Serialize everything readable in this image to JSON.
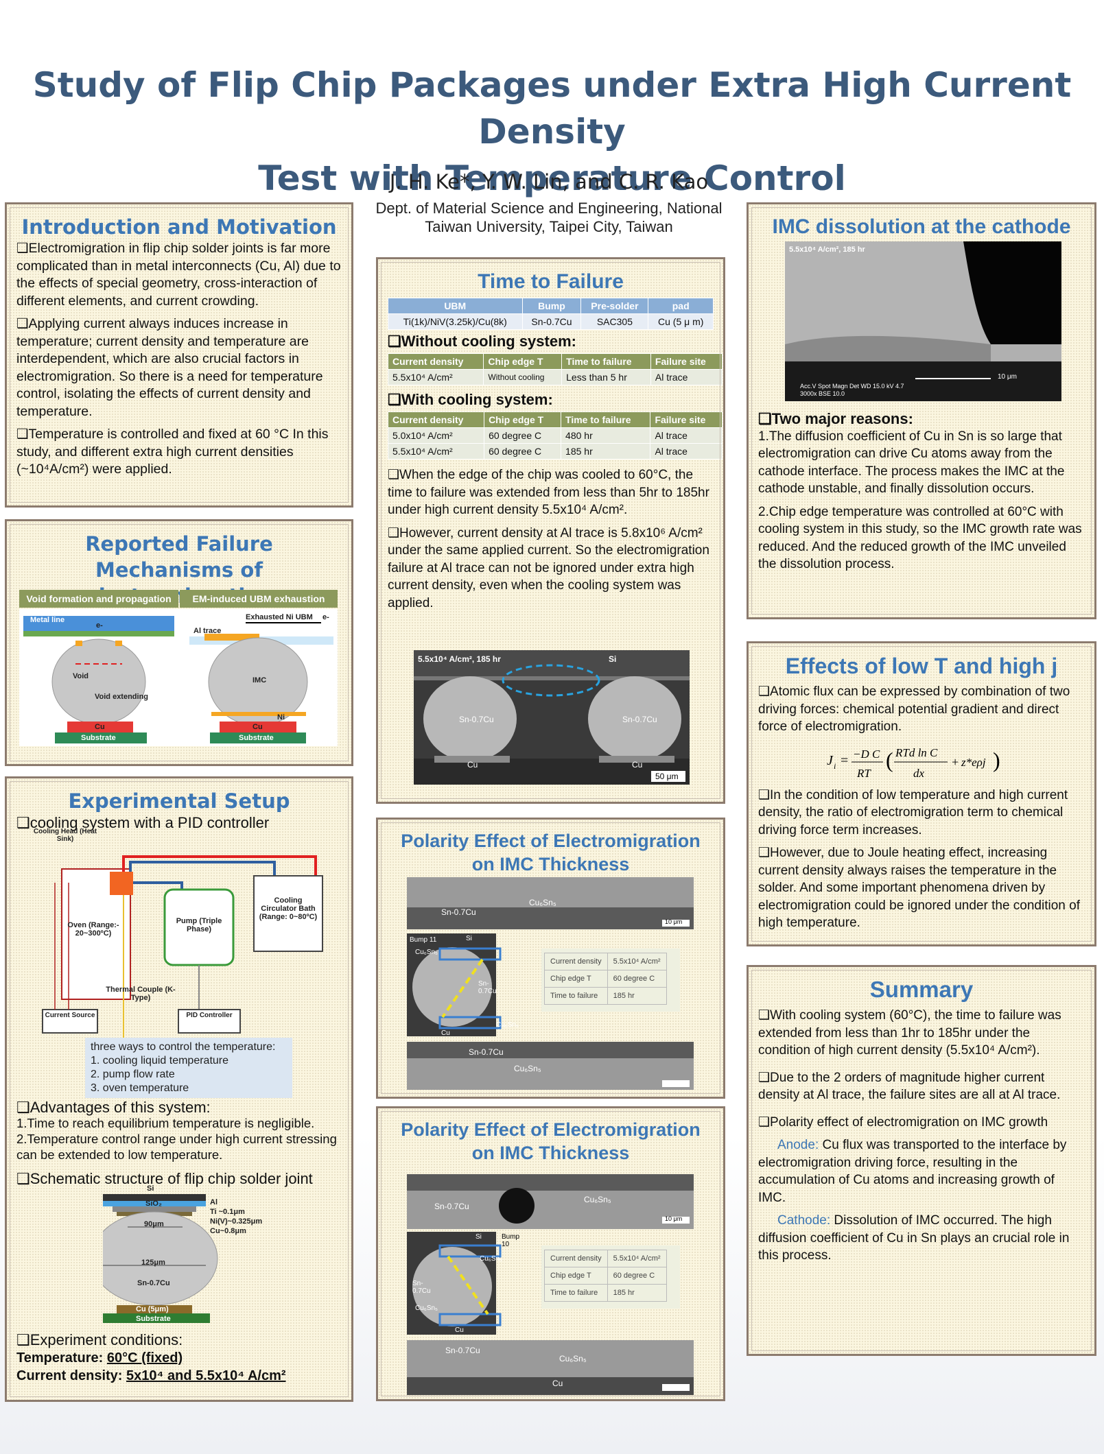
{
  "header": {
    "title_line1": "Study of Flip Chip Packages under Extra High Current Density",
    "title_line2": "Test with Temperature Control",
    "authors": "J. H. Ke*, Y. W. Lin, and C. R. Kao",
    "affiliation_line1": "Dept. of Material Science and Engineering, National",
    "affiliation_line2": "Taiwan University, Taipei City, Taiwan"
  },
  "intro": {
    "heading": "Introduction and Motivation",
    "p1": "❑Electromigration in flip chip solder joints is far more complicated than in metal interconnects (Cu, Al) due to the effects of special geometry, cross-interaction of different elements, and current crowding.",
    "p2": "❑Applying current always induces increase in temperature; current density and temperature are interdependent, which are also crucial factors in electromigration. So there is a need for temperature control, isolating the effects of current density and temperature.",
    "p3": "❑Temperature is controlled and fixed at 60 °C In this study, and different extra high current densities (~10⁴A/cm²) were applied."
  },
  "mechanisms": {
    "heading_line1": "Reported Failure Mechanisms of",
    "heading_line2": "electromigration",
    "col1": "Void formation and propagation",
    "col2": "EM-induced UBM exhaustion",
    "labels": {
      "metal_line": "Metal line",
      "electron": "e-",
      "void": "Void",
      "void_ext": "Void extending",
      "cu": "Cu",
      "substrate": "Substrate",
      "al_trace": "Al trace",
      "exhausted": "Exhausted Ni UBM",
      "imc": "IMC",
      "ni": "Ni"
    }
  },
  "setup": {
    "heading": "Experimental Setup",
    "sub1": "❑cooling system with a PID controller",
    "labels": {
      "cooling_head": "Cooling Head (Heat Sink)",
      "oven": "Oven (Range:- 20~300ºC)",
      "pump": "Pump (Triple Phase)",
      "bath": "Cooling Circulator Bath (Range: 0~80ºC)",
      "thermal": "Thermal Couple (K-Type)",
      "current_source": "Current Source",
      "pid": "PID Controller"
    },
    "note_title": "three ways to control the temperature:",
    "note_items": [
      "1. cooling liquid temperature",
      "2. pump flow rate",
      "3. oven temperature"
    ],
    "adv_title": "❑Advantages of this system:",
    "adv1": "1.Time to reach equilibrium temperature is negligible.",
    "adv2": "2.Temperature control range under high current stressing can be extended to low temperature.",
    "schem_title": "❑Schematic structure of flip chip solder joint",
    "schem_labels": {
      "si": "Si",
      "sio2": "SiO₂",
      "al": "Al",
      "ti": "Ti ~0.1μm",
      "niv": "Ni(V)~0.325μm",
      "cu": "Cu~0.8μm",
      "w90": "90μm",
      "w125": "125μm",
      "sn": "Sn-0.7Cu",
      "cupad": "Cu (5μm)",
      "substrate": "Substrate"
    },
    "cond_title": "❑Experiment conditions:",
    "temp_label": "Temperature: ",
    "temp_value": "60°C (fixed)",
    "cd_label": "Current density: ",
    "cd_value": "5x10⁴ and 5.5x10⁴ A/cm²"
  },
  "ttf": {
    "heading": "Time to Failure",
    "ubm_headers": [
      "UBM",
      "Bump",
      "Pre-solder",
      "pad"
    ],
    "ubm_row": [
      "Ti(1k)/NiV(3.25k)/Cu(8k)",
      "Sn-0.7Cu",
      "SAC305",
      "Cu (5 μ m)"
    ],
    "without_title": "❑Without cooling system:",
    "with_title": "❑With cooling system:",
    "fail_headers": [
      "Current density",
      "Chip edge  T",
      "Time to failure",
      "Failure site"
    ],
    "without_rows": [
      [
        "5.5x10⁴ A/cm²",
        "Without cooling",
        "Less than 5 hr",
        "Al trace"
      ]
    ],
    "with_rows": [
      [
        "5.0x10⁴ A/cm²",
        "60 degree C",
        "480 hr",
        "Al trace"
      ],
      [
        "5.5x10⁴ A/cm²",
        "60 degree C",
        "185 hr",
        "Al trace"
      ]
    ],
    "p1": "❑When the edge of the chip was cooled to 60°C, the time to failure was extended from less than 5hr to 185hr under high current density 5.5x10⁴ A/cm².",
    "p2": "❑However, current density at Al trace is 5.8x10⁶ A/cm² under the same applied current. So the electromigration failure at Al trace can not be ignored under extra high current density, even when the cooling system was applied.",
    "img_labels": {
      "cond": "5.5x10⁴ A/cm², 185 hr",
      "si": "Si",
      "sn1": "Sn-0.7Cu",
      "sn2": "Sn-0.7Cu",
      "cu1": "Cu",
      "cu2": "Cu",
      "scale": "50 μm"
    }
  },
  "polarity1": {
    "heading_line1": "Polarity Effect of Electromigration",
    "heading_line2": "on IMC Thickness",
    "labels": {
      "sn_top": "Sn-0.7Cu",
      "cu6sn5_top": "Cu₆Sn₅",
      "bump": "Bump 11",
      "si": "Si",
      "cu6sn5_a": "Cu₆Sn₅",
      "sn_mid": "Sn-0.7Cu",
      "cu": "Cu",
      "cu6sn5_b": "Cu₆Sn₅",
      "sn_bot": "Sn-0.7Cu",
      "cu6sn5_bot": "Cu₆Sn₅",
      "scale": "10 μm"
    },
    "table": [
      [
        "Current density",
        "5.5x10⁴ A/cm²"
      ],
      [
        "Chip edge T",
        "60 degree C"
      ],
      [
        "Time to failure",
        "185 hr"
      ]
    ]
  },
  "polarity2": {
    "heading_line1": "Polarity Effect of Electromigration",
    "heading_line2": "on IMC Thickness",
    "labels": {
      "sn_top": "Sn-0.7Cu",
      "cu6sn5_top": "Cu₆Sn₅",
      "si": "Si",
      "bump": "Bump 10",
      "sn_mid": "Sn-0.7Cu",
      "cu6sn5_a": "Cu₆Sn₅",
      "cu6sn5_b": "Cu₆Sn₅",
      "cu_mid": "Cu",
      "sn_bot": "Sn-0.7Cu",
      "cu6sn5_bot": "Cu₆Sn₅",
      "cu_bot": "Cu",
      "scale": "10 μm"
    },
    "table": [
      [
        "Current density",
        "5.5x10⁴ A/cm²"
      ],
      [
        "Chip edge T",
        "60 degree C"
      ],
      [
        "Time to failure",
        "185 hr"
      ]
    ]
  },
  "imc": {
    "heading": "IMC dissolution at the cathode",
    "img_label": "5.5x10⁴ A/cm², 185 hr",
    "sem_info": "Acc.V  Spot Magn   Det  WD    15.0 kV 4.7  3000x   BSE 10.0",
    "scale": "10 μm",
    "sub": "❑Two major reasons:",
    "r1": "1.The diffusion coefficient of Cu in Sn is so large that electromigration can drive Cu atoms away from the cathode interface. The process makes the IMC at the cathode unstable, and finally dissolution occurs.",
    "r2": "2.Chip edge temperature was controlled at 60°C with cooling system in this study, so the IMC growth rate was reduced. And the reduced growth of the IMC unveiled the dissolution process."
  },
  "lowT": {
    "heading": "Effects of low T and high j",
    "p1": "❑Atomic flux can be expressed by combination of two driving forces: chemical potential gradient and direct force of electromigration.",
    "p2": "❑In the condition of low temperature and high current density, the ratio of electromigration term to chemical driving force term increases.",
    "p3": "❑However, due to Joule heating effect, increasing current density always raises the temperature in the solder. And some important phenomena driven by electromigration could be ignored under the condition of high temperature."
  },
  "summary": {
    "heading": "Summary",
    "p1": "❑With cooling system (60°C), the time to failure was extended from less than 1hr to 185hr under the condition of high current density (5.5x10⁴ A/cm²).",
    "p2": "❑Due to the 2 orders of magnitude higher current density at Al trace, the failure sites are all at Al trace.",
    "p3": "❑Polarity effect of electromigration on IMC growth",
    "anode_label": "Anode:",
    "anode_text": " Cu flux was transported to the interface by electromigration driving force, resulting in the accumulation of Cu atoms and increasing growth of IMC.",
    "cathode_label": "Cathode:",
    "cathode_text": " Dissolution of IMC occurred. The high diffusion coefficient of Cu in Sn plays an crucial role in this process."
  },
  "colors": {
    "title": "#3c5a7c",
    "heading": "#3d77b5",
    "panel_bg": "#fbf6e0",
    "panel_border": "#8c7b6e"
  }
}
